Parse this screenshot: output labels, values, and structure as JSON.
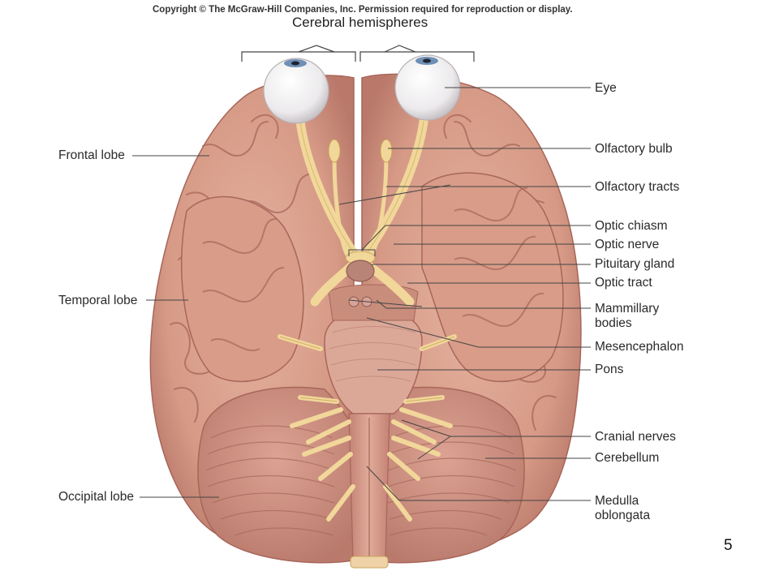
{
  "copyright": "Copyright © The McGraw-Hill Companies, Inc. Permission required for reproduction or display.",
  "title": "Cerebral hemispheres",
  "slide_number": "5",
  "labels": {
    "eye": "Eye",
    "olfactory_bulb": "Olfactory bulb",
    "olfactory_tracts": "Olfactory tracts",
    "optic_chiasm": "Optic chiasm",
    "optic_nerve": "Optic nerve",
    "pituitary_gland": "Pituitary gland",
    "optic_tract": "Optic tract",
    "mammillary_line1": "Mammillary",
    "mammillary_line2": "bodies",
    "mesencephalon": "Mesencephalon",
    "pons": "Pons",
    "cranial_nerves": "Cranial nerves",
    "cerebellum": "Cerebellum",
    "medulla_line1": "Medulla",
    "medulla_line2": "oblongata",
    "frontal_lobe": "Frontal lobe",
    "temporal_lobe": "Temporal lobe",
    "occipital_lobe": "Occipital lobe"
  },
  "colors": {
    "brain": "#d9a08c",
    "brain_dark": "#a8665a",
    "cerebellum": "#cf9181",
    "nerve": "#f1d79a",
    "nerve_edge": "#c9a55a",
    "eye": "#f2f2f4",
    "iris": "#6f8fb5",
    "leader": "#444444"
  }
}
